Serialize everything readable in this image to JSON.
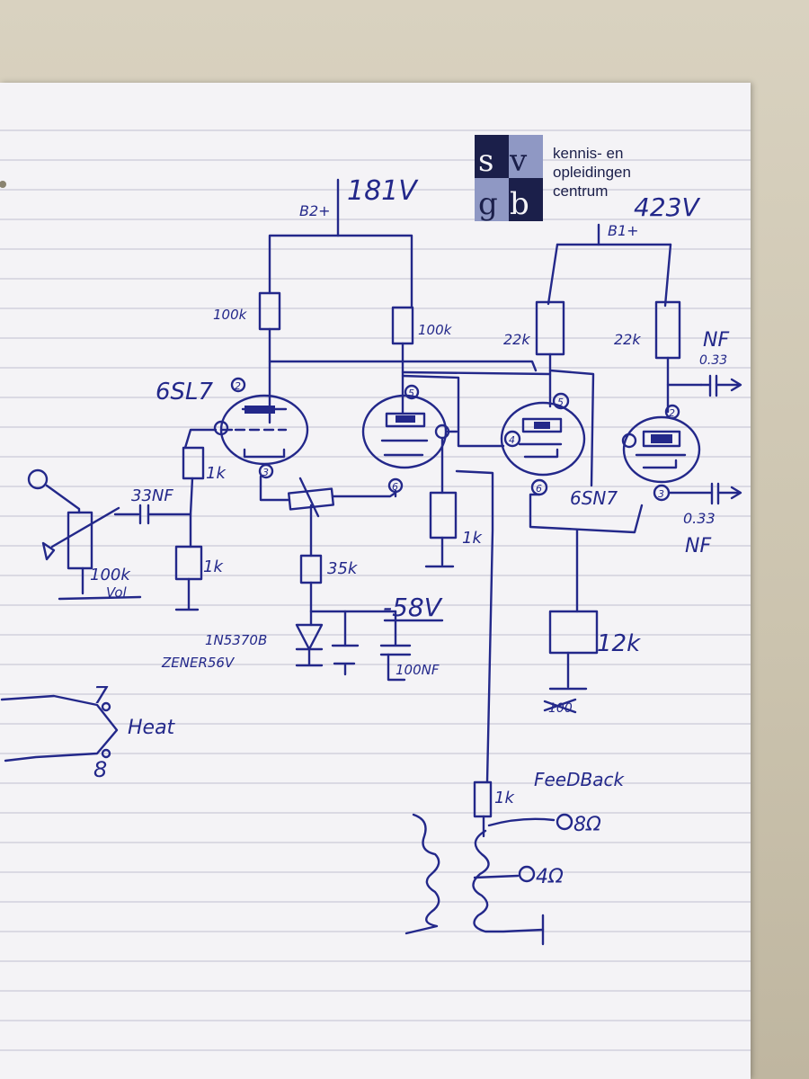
{
  "logo": {
    "mark": "svgb",
    "lines": [
      "kennis- en",
      "opleidingen",
      "centrum"
    ]
  },
  "labels": {
    "b2_voltage": "181V",
    "b2_label": "B2+",
    "b1_voltage": "423V",
    "b1_label": "B1+",
    "tube1": "6SL7",
    "tube2": "6SN7",
    "r_plate1": "100k",
    "r_plate2": "100k",
    "r_plate3": "22k",
    "r_plate4": "22k",
    "r_cathode_left": "1k",
    "r_cathode_mid": "1k",
    "r_input_gnd": "1k",
    "r_tail": "35k",
    "r_tail2": "12k",
    "r_feedback": "1k",
    "cap_input": "33NF",
    "volume": "100k",
    "volume_sub": "Vol",
    "cap_out_top_unit": "NF",
    "cap_out_top_val": "0.33",
    "cap_out_bottom_val": "0.33",
    "cap_out_bottom_unit": "NF",
    "neg_supply": "-58V",
    "zener_line1": "1N5370B",
    "zener_line2": "ZENER56V",
    "cap_bypass": "100NF",
    "heater": "Heat",
    "pin7": "7",
    "pin8": "8",
    "feedback": "FeeDBack",
    "tap8": "8Ω",
    "tap4": "4Ω",
    "struck_value": "100"
  },
  "pins": {
    "v1_plate": "2",
    "v1_cathode": "3",
    "v2_plate": "5",
    "v2_cathode": "6",
    "v3_grid": "4",
    "v3_plate": "5",
    "v3_cathode": "6",
    "v4_plate": "2",
    "v4_cathode": "3"
  },
  "colors": {
    "ink": "#23288a",
    "paper": "#f4f3f6",
    "rule": "#c9c9d8",
    "logo_dark": "#1b1f4a",
    "logo_light": "#8f98c4"
  }
}
